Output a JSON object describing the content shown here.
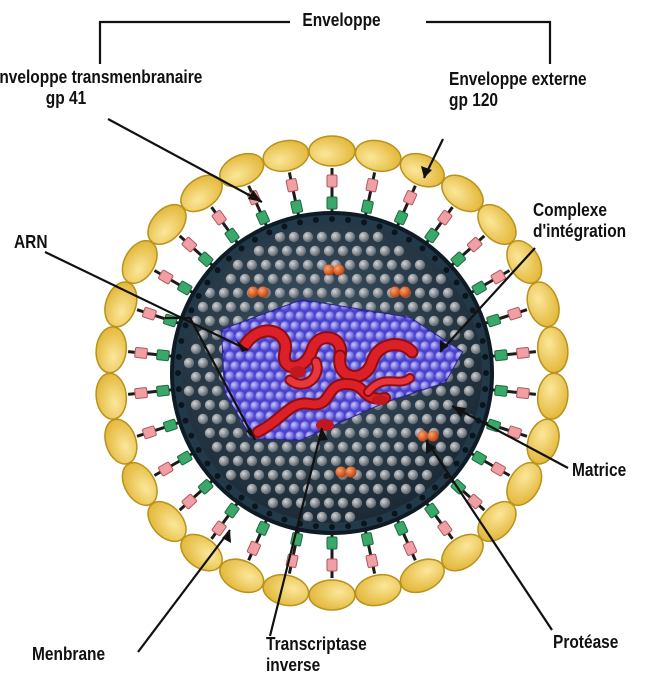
{
  "labels": {
    "enveloppe": "Enveloppe",
    "gp41_line1": "Enveloppe transmenbranaire",
    "gp41_line2": "gp 41",
    "gp120_line1": "Enveloppe externe",
    "gp120_line2": "gp 120",
    "arn": "ARN",
    "complexe_line1": "Complexe",
    "complexe_line2": "d'intégration",
    "matrice": "Matrice",
    "membrane": "Menbrane",
    "transcriptase_line1": "Transcriptase",
    "transcriptase_line2": "inverse",
    "protease": "Protéase"
  },
  "colors": {
    "envelope_knob": "#f2cc55",
    "knob_stroke": "#b8921c",
    "gp41_segment": "#f0a0a4",
    "gp120_segment": "#3aa86a",
    "membrane_ring": "#1f3242",
    "matrix": "#2c3e4c",
    "matrix_sphere": "#8a9096",
    "core": "#5148d0",
    "core_sphere": "#8f8cf2",
    "rna": "#d61d24",
    "protein": "#d8501a"
  }
}
